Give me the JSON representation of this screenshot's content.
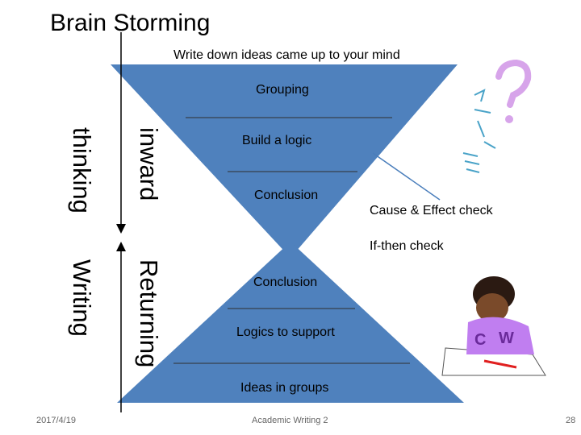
{
  "title": "Brain Storming",
  "subtitle": "Write down ideas came up to your mind",
  "top_funnel": [
    "Grouping",
    "Build a logic",
    "Conclusion"
  ],
  "bottom_pyramid": [
    "Conclusion",
    "Logics to support",
    "Ideas in groups"
  ],
  "side_labels": {
    "thinking": "thinking",
    "inward": "inward",
    "writing": "Writing",
    "returning": "Returning"
  },
  "checks": {
    "cause_effect": "Cause & Effect check",
    "if_then": "If-then check"
  },
  "footer": {
    "date": "2017/4/19",
    "course": "Academic Writing 2",
    "page": "28"
  },
  "colors": {
    "shape_fill": "#4f81bd",
    "arrow": "#000000",
    "connector": "#4a7ebb"
  }
}
